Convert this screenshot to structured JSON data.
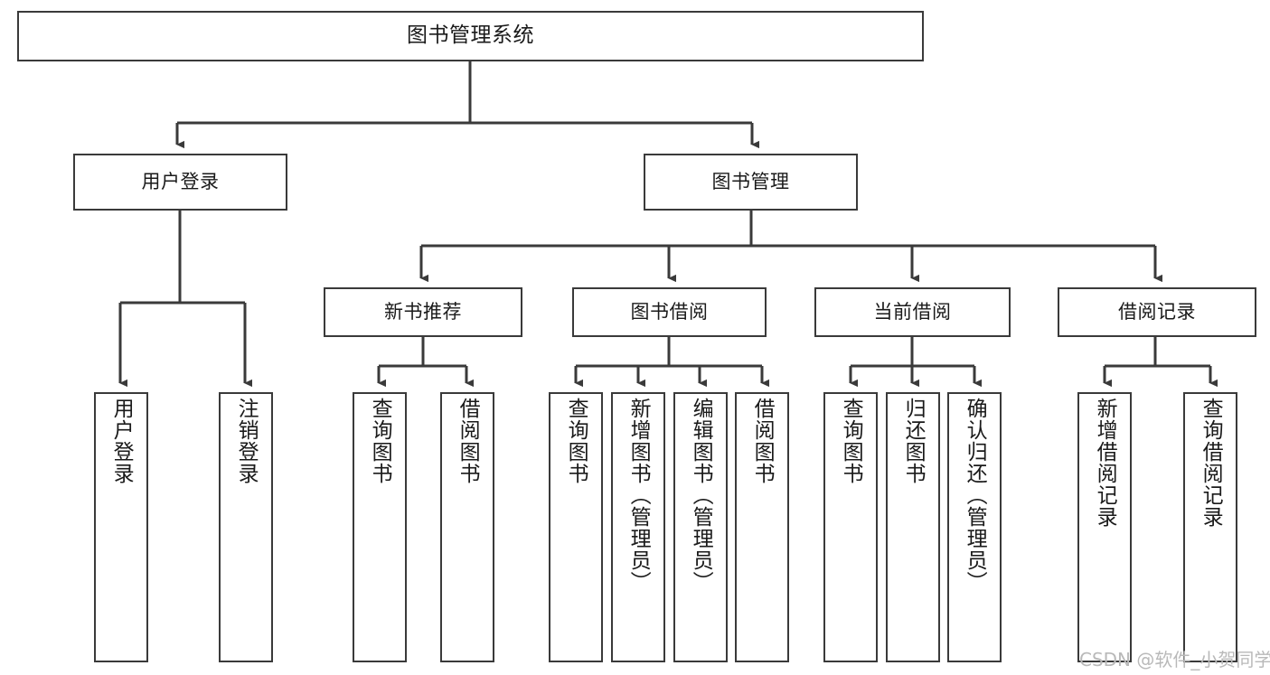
{
  "diagram": {
    "type": "tree-hierarchy-chart",
    "title": "图书管理系统",
    "root": {
      "label": "图书管理系统",
      "orientation": "horizontal"
    },
    "level2": [
      {
        "label": "用户登录",
        "orientation": "horizontal"
      },
      {
        "label": "图书管理",
        "orientation": "horizontal"
      }
    ],
    "level3": [
      {
        "label": "新书推荐",
        "orientation": "horizontal"
      },
      {
        "label": "图书借阅",
        "orientation": "horizontal"
      },
      {
        "label": "当前借阅",
        "orientation": "horizontal"
      },
      {
        "label": "借阅记录",
        "orientation": "horizontal"
      }
    ],
    "leaves": [
      {
        "label": "用户登录",
        "parent": "用户登录",
        "orientation": "vertical"
      },
      {
        "label": "注销登录",
        "parent": "用户登录",
        "orientation": "vertical"
      },
      {
        "label": "查询图书",
        "parent": "新书推荐",
        "orientation": "vertical"
      },
      {
        "label": "借阅图书",
        "parent": "新书推荐",
        "orientation": "vertical"
      },
      {
        "label": "查询图书",
        "parent": "图书借阅",
        "orientation": "vertical"
      },
      {
        "label": "新增图书（管理员）",
        "parent": "图书借阅",
        "orientation": "vertical"
      },
      {
        "label": "编辑图书（管理员）",
        "parent": "图书借阅",
        "orientation": "vertical"
      },
      {
        "label": "借阅图书",
        "parent": "图书借阅",
        "orientation": "vertical"
      },
      {
        "label": "查询图书",
        "parent": "当前借阅",
        "orientation": "vertical"
      },
      {
        "label": "归还图书",
        "parent": "当前借阅",
        "orientation": "vertical"
      },
      {
        "label": "确认归还（管理员）",
        "parent": "当前借阅",
        "orientation": "vertical"
      },
      {
        "label": "新增借阅记录",
        "parent": "借阅记录",
        "orientation": "vertical"
      },
      {
        "label": "查询借阅记录",
        "parent": "借阅记录",
        "orientation": "vertical"
      }
    ],
    "colors": {
      "box_border": "#3a3a3a",
      "box_fill": "#ffffff",
      "connector": "#3a3a3a",
      "text": "#1a1a1a",
      "watermark": "#b9b9b9",
      "background": "#ffffff"
    }
  },
  "watermark": {
    "text": "CSDN @软件_小贺同学"
  }
}
